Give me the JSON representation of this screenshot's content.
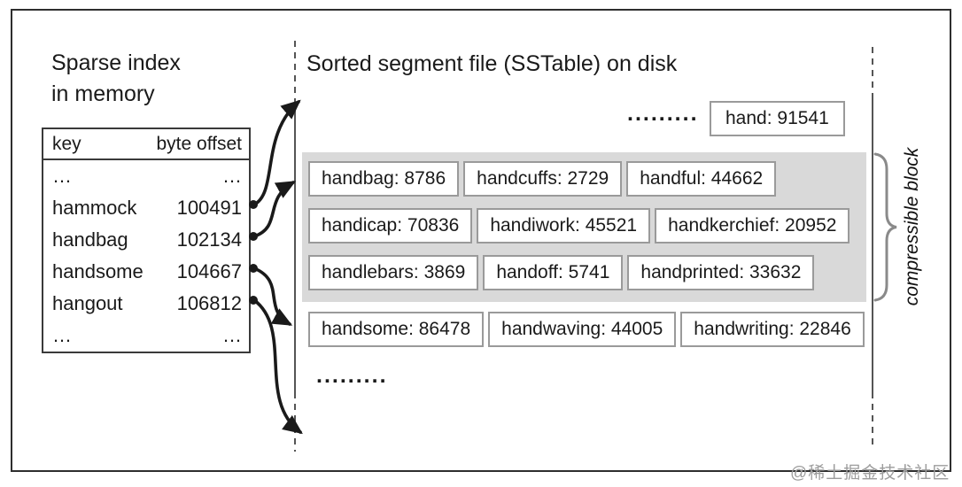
{
  "titles": {
    "left": "Sparse index\nin memory",
    "right": "Sorted segment file (SSTable) on disk"
  },
  "index_table": {
    "headers": [
      "key",
      "byte offset"
    ],
    "rows": [
      [
        "…",
        "…"
      ],
      [
        "hammock",
        "100491"
      ],
      [
        "handbag",
        "102134"
      ],
      [
        "handsome",
        "104667"
      ],
      [
        "hangout",
        "106812"
      ],
      [
        "…",
        "…"
      ]
    ]
  },
  "sstable": {
    "top_dots": ".........",
    "top_entry": "hand: 91541",
    "rows": [
      [
        "handbag: 8786",
        "handcuffs: 2729",
        "handful: 44662"
      ],
      [
        "handicap: 70836",
        "handiwork: 45521",
        "handkerchief: 20952"
      ],
      [
        "handlebars: 3869",
        "handoff: 5741",
        "handprinted: 33632"
      ],
      [
        "handsome: 86478",
        "handwaving: 44005",
        "handwriting: 22846"
      ]
    ],
    "bottom_dots": "........."
  },
  "brace_label": "compressible block",
  "watermark": "@稀土掘金技术社区",
  "colors": {
    "gray_block": "#d9d9d9",
    "box_border": "#9a9a9a",
    "stroke": "#1a1a1a",
    "brace": "#8a8a8a",
    "watermark": "#9c9c9c"
  }
}
